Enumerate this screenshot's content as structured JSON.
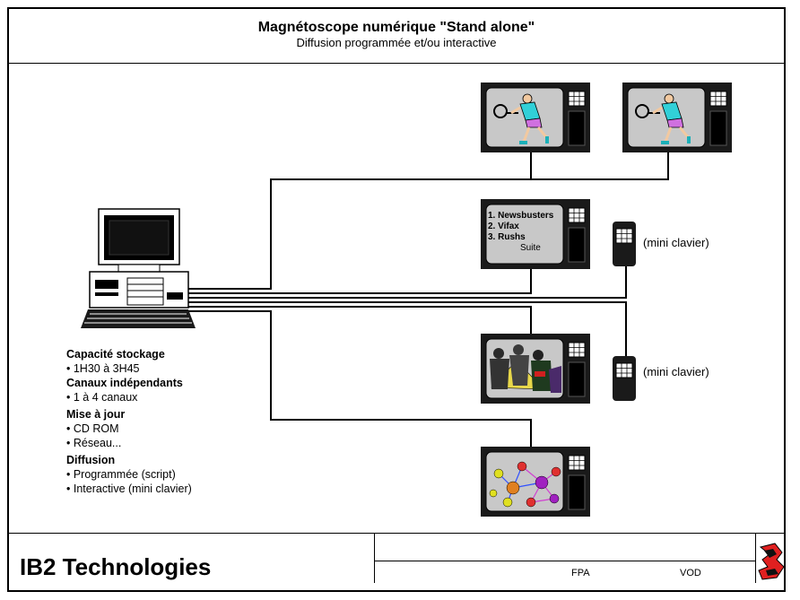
{
  "header": {
    "title": "Magnétoscope numérique \"Stand alone\"",
    "subtitle": "Diffusion programmée et/ou interactive"
  },
  "menu_screen": {
    "items": [
      "1. Newsbusters",
      "2. Vifax",
      "3. Rushs"
    ],
    "more": "Suite"
  },
  "remotes": {
    "label": "(mini clavier)"
  },
  "features": [
    {
      "heading": "Capacité stockage",
      "bullets": [
        "• 1H30 à 3H45"
      ]
    },
    {
      "heading": "Canaux indépendants",
      "bullets": [
        "• 1 à 4 canaux"
      ]
    },
    {
      "heading": "Mise à jour",
      "bullets": [
        "• CD ROM",
        "• Réseau..."
      ]
    },
    {
      "heading": "Diffusion",
      "bullets": [
        "• Programmée (script)",
        "• Interactive (mini clavier)"
      ]
    }
  ],
  "footer": {
    "company": "IB2 Technologies",
    "code_left": "FPA",
    "code_right": "VOD"
  },
  "colors": {
    "tv_body": "#1a1a1a",
    "screen": "#c8c8c8",
    "accent_logo": "#e02020"
  }
}
